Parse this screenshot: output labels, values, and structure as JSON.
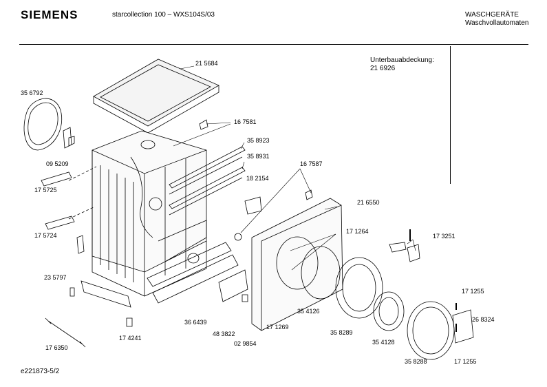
{
  "header": {
    "brand": "SIEMENS",
    "model": "starcollection 100 – WXS104S/03",
    "category_line1": "WASCHGERÄTE",
    "category_line2": "Waschvollautomaten"
  },
  "note": {
    "line1": "Unterbauabdeckung:",
    "line2": "21 6926"
  },
  "footer": {
    "doc_id": "e221873-5/2"
  },
  "parts": [
    {
      "id": "p215684",
      "label": "21 5684"
    },
    {
      "id": "p356792",
      "label": "35 6792"
    },
    {
      "id": "p167581",
      "label": "16 7581"
    },
    {
      "id": "p358923",
      "label": "35 8923"
    },
    {
      "id": "p358931",
      "label": "35 8931"
    },
    {
      "id": "p095209",
      "label": "09 5209"
    },
    {
      "id": "p182154",
      "label": "18 2154"
    },
    {
      "id": "p167587",
      "label": "16 7587"
    },
    {
      "id": "p216550",
      "label": "21 6550"
    },
    {
      "id": "p175725",
      "label": "17 5725"
    },
    {
      "id": "p175724",
      "label": "17 5724"
    },
    {
      "id": "p171264",
      "label": "17 1264"
    },
    {
      "id": "p173251",
      "label": "17 3251"
    },
    {
      "id": "p235797",
      "label": "23 5797"
    },
    {
      "id": "p171255a",
      "label": "17 1255"
    },
    {
      "id": "p268324",
      "label": "26 8324"
    },
    {
      "id": "p354126",
      "label": "35 4126"
    },
    {
      "id": "p366439",
      "label": "36 6439"
    },
    {
      "id": "p171269",
      "label": "17 1269"
    },
    {
      "id": "p358289",
      "label": "35 8289"
    },
    {
      "id": "p483822",
      "label": "48 3822"
    },
    {
      "id": "p174241",
      "label": "17 4241"
    },
    {
      "id": "p354128",
      "label": "35 4128"
    },
    {
      "id": "p176350",
      "label": "17 6350"
    },
    {
      "id": "p029854",
      "label": "02 9854"
    },
    {
      "id": "p358288",
      "label": "35 8288"
    },
    {
      "id": "p171255b",
      "label": "17 1255"
    }
  ]
}
